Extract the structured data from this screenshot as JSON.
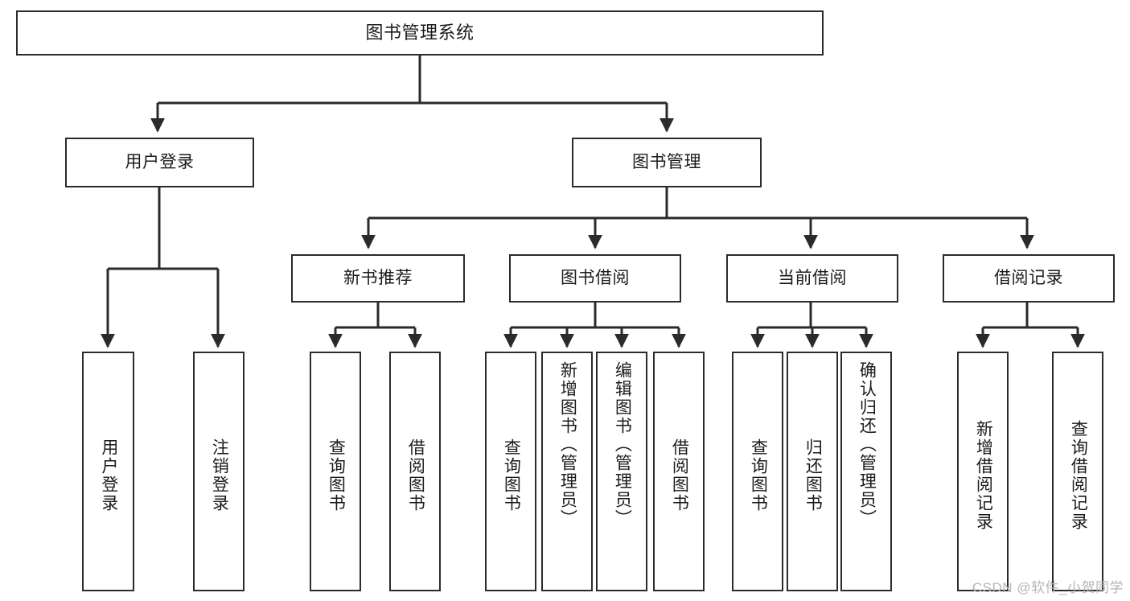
{
  "diagram": {
    "title": "图书管理系统",
    "type": "tree",
    "watermark": "CSDN @软件_小贺同学",
    "colors": {
      "stroke": "#2b2b2b",
      "fill": "#ffffff",
      "text": "#1b1b1b",
      "watermark": "#b6b6b6"
    },
    "nodes": {
      "root": {
        "label": "图书管理系统"
      },
      "level2": [
        {
          "id": "user-login",
          "label": "用户登录"
        },
        {
          "id": "book-manage",
          "label": "图书管理"
        }
      ],
      "level3": [
        {
          "id": "new-book-rec",
          "label": "新书推荐"
        },
        {
          "id": "book-borrow",
          "label": "图书借阅"
        },
        {
          "id": "current-borrow",
          "label": "当前借阅"
        },
        {
          "id": "borrow-record",
          "label": "借阅记录"
        }
      ],
      "leaves": {
        "user_login": [
          {
            "id": "leaf-user-login",
            "label": "用户登录"
          },
          {
            "id": "leaf-logout-login",
            "label": "注销登录"
          }
        ],
        "new_book_rec": [
          {
            "id": "leaf-query-book-1",
            "label": "查询图书"
          },
          {
            "id": "leaf-borrow-book-1",
            "label": "借阅图书"
          }
        ],
        "book_borrow": [
          {
            "id": "leaf-query-book-2",
            "label": "查询图书"
          },
          {
            "id": "leaf-add-book",
            "label": "新增图书（管理员）"
          },
          {
            "id": "leaf-edit-book",
            "label": "编辑图书（管理员）"
          },
          {
            "id": "leaf-borrow-book-2",
            "label": "借阅图书"
          }
        ],
        "current_borrow": [
          {
            "id": "leaf-query-book-3",
            "label": "查询图书"
          },
          {
            "id": "leaf-return-book",
            "label": "归还图书"
          },
          {
            "id": "leaf-confirm-return",
            "label": "确认归还（管理员）"
          }
        ],
        "borrow_record": [
          {
            "id": "leaf-add-record",
            "label": "新增借阅记录"
          },
          {
            "id": "leaf-query-record",
            "label": "查询借阅记录"
          }
        ]
      }
    }
  }
}
